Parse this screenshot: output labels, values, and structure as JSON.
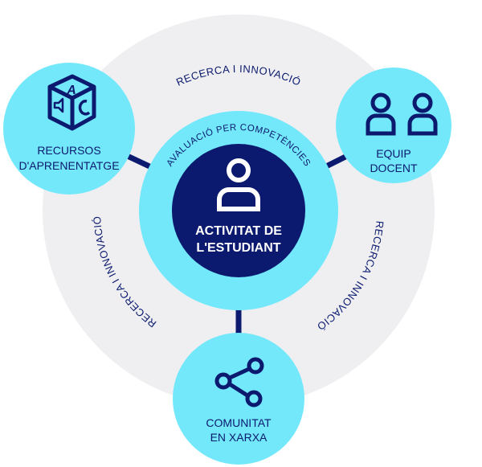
{
  "colors": {
    "outer_ring": "#efeff1",
    "accent_light": "#74e8fb",
    "navy": "#0b1a6f",
    "white": "#ffffff"
  },
  "outer_ring_labels": [
    "RECERCA I INNOVACIÓ",
    "RECERCA I INNOVACIÓ",
    "RECERCA I INNOVACIÓ"
  ],
  "inner_ring_label": "AVALUACIÓ PER COMPETÈNCIES",
  "center": {
    "line1": "ACTIVITAT DE",
    "line2": "L'ESTUDIANT",
    "icon": "person-icon"
  },
  "nodes": [
    {
      "line1": "RECURSOS",
      "line2": "D'APRENENTATGE",
      "icon": "abc-cube-icon"
    },
    {
      "line1": "EQUIP",
      "line2": "DOCENT",
      "icon": "two-people-icon"
    },
    {
      "line1": "COMUNITAT",
      "line2": "EN XARXA",
      "icon": "share-network-icon"
    }
  ]
}
